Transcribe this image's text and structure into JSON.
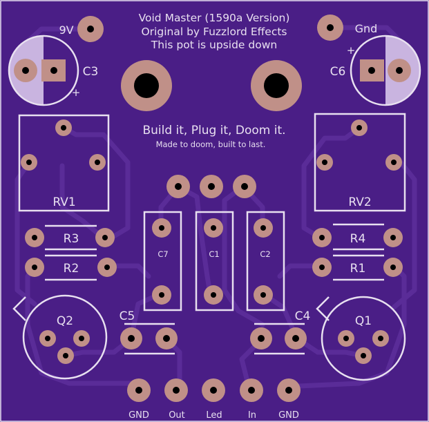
{
  "board": {
    "title_lines": [
      "Void Master (1590a Version)",
      "Original by Fuzzlord Effects",
      "This pot is upside down"
    ],
    "slogan": "Build it, Plug it, Doom it.",
    "subslogan": "Made to doom, built to last.",
    "power_label": "9V",
    "ground_label": "Gnd"
  },
  "parts": {
    "c3": "C3",
    "c6": "C6",
    "rv1": "RV1",
    "rv2": "RV2",
    "r1": "R1",
    "r2": "R2",
    "r3": "R3",
    "r4": "R4",
    "c1": "C1",
    "c2": "C2",
    "c4": "C4",
    "c5": "C5",
    "c7": "C7",
    "q1": "Q1",
    "q2": "Q2",
    "plus": "+"
  },
  "io_pads": [
    "GND",
    "Out",
    "Led",
    "In",
    "GND"
  ],
  "colors": {
    "board": "#4a1e86",
    "trace": "#5a2c98",
    "silk": "#e8e0f0",
    "pad": "#c09088",
    "hole": "#000000"
  }
}
